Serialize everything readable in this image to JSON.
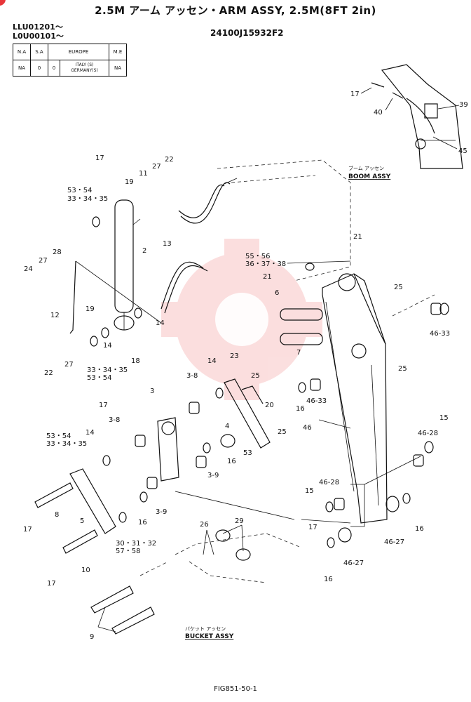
{
  "header": {
    "title": "2.5M アーム アッセン・ARM ASSY, 2.5M(8FT 2in)",
    "serial_1": "LLU01201～",
    "serial_2": "L0U00101～",
    "part_number": "24100J15932F2"
  },
  "spec_table": {
    "headers": [
      "N.A",
      "S.A",
      "EUROPE",
      "M.E"
    ],
    "row": [
      "NA",
      "0",
      "0",
      "ITALY (S)",
      "GERMANY(S)",
      "NA"
    ]
  },
  "sub_assemblies": {
    "boom_jp": "ブーム アッセン",
    "boom": "BOOM ASSY",
    "bucket_jp": "バケット アッセン",
    "bucket": "BUCKET ASSY"
  },
  "callouts": {
    "c17a": "17",
    "c40": "40",
    "c39": "39",
    "c45": "45",
    "c22a": "22",
    "c17b": "17",
    "c27a": "27",
    "c11": "11",
    "c19a": "19",
    "c5354a": "53・54",
    "c333435a": "33・34・35",
    "c2": "2",
    "c28": "28",
    "c27b": "27",
    "c24": "24",
    "c13": "13",
    "c5556": "55・56",
    "c363738": "36・37・38",
    "c21a": "21",
    "c21b": "21",
    "c25a": "25",
    "c6": "6",
    "c12": "12",
    "c19b": "19",
    "c14a": "14",
    "c14b": "14",
    "c18": "18",
    "c4633a": "46-33",
    "c7": "7",
    "c25b": "25",
    "c22b": "22",
    "c27c": "27",
    "c333435b": "33・34・35",
    "c5354b": "53・54",
    "c14c": "14",
    "c23": "23",
    "c25c": "25",
    "c4633b": "46-33",
    "c16a": "16",
    "c3": "3",
    "c38a": "3-8",
    "c17c": "17",
    "c38b": "3-8",
    "c20": "20",
    "c4": "4",
    "c25d": "25",
    "c53": "53",
    "c16b": "16",
    "c46": "46",
    "c5354c": "53・54",
    "c333435c": "33・34・35",
    "c14d": "14",
    "c39b": "3-9",
    "c4628a": "46-28",
    "c15a": "15",
    "c8": "8",
    "c17d": "17",
    "c5": "5",
    "c16c": "16",
    "c39c": "3-9",
    "c15b": "15",
    "c4628b": "46-28",
    "c26": "26",
    "c29": "29",
    "c17e": "17",
    "c3032": "30・31・32",
    "c5758": "57・58",
    "c10": "10",
    "c17f": "17",
    "c4627a": "46-27",
    "c16d": "16",
    "c4627b": "46-27",
    "c16e": "16",
    "c9": "9"
  },
  "figure_id": "FIG851-50-1"
}
